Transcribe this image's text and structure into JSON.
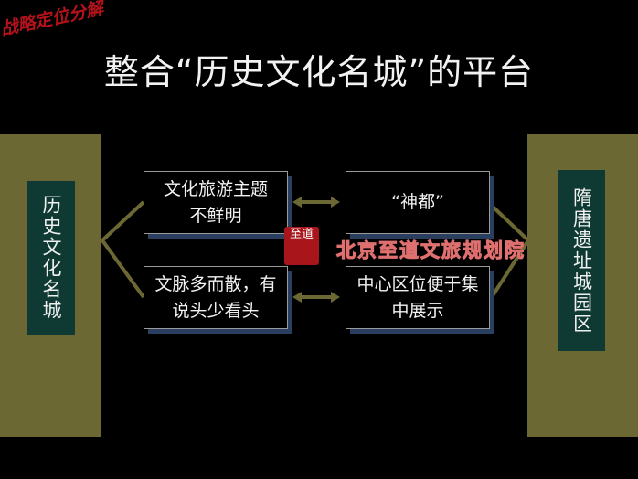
{
  "section_label": "战略定位分解",
  "title": "整合“历史文化名城”的平台",
  "left_panel": {
    "label": "历史文化名城"
  },
  "right_panel": {
    "label": "隋唐遗址城园区"
  },
  "boxes": {
    "problem_1": "文化旅游主题不鲜明",
    "problem_2": "文脉多而散，有说头少看头",
    "advantage_1": "“神都”",
    "advantage_2": "中心区位便于集中展示"
  },
  "watermark": {
    "text": "北京至道文旅规划院",
    "seal": "至道"
  },
  "colors": {
    "panel": "#6c6834",
    "label_box": "#0e3a33",
    "shadow": "#2a3f5f",
    "watermark": "#b0161c"
  }
}
